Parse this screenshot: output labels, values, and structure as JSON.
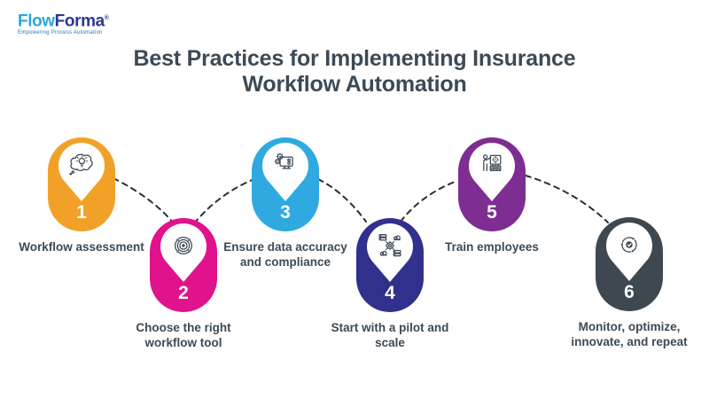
{
  "theme": {
    "ink": "#3C4A56",
    "background": "#FFFFFF",
    "connector_color": "#2E2E2E"
  },
  "logo": {
    "brand_part1": "Flow",
    "brand_part2": "Forma",
    "trademark": "®",
    "tagline": "Empowering Process Automation",
    "brand_color1": "#2BA6DE",
    "brand_color2": "#2B3990",
    "tagline_color": "#1C75BC"
  },
  "title": {
    "line1": "Best Practices for Implementing Insurance",
    "line2": "Workflow Automation",
    "color": "#3C4A56"
  },
  "steps": [
    {
      "number": "1",
      "label_line1": "Workflow assessment",
      "label_line2": "",
      "color": "#F2A128",
      "icon": "thought-lightbulb-icon"
    },
    {
      "number": "2",
      "label_line1": "Choose the right",
      "label_line2": "workflow tool",
      "color": "#E0128C",
      "icon": "target-icon"
    },
    {
      "number": "3",
      "label_line1": "Ensure data accuracy",
      "label_line2": "and compliance",
      "color": "#2FA9E0",
      "icon": "monitor-gears-icon"
    },
    {
      "number": "4",
      "label_line1": "Start with a pilot and",
      "label_line2": "scale",
      "color": "#31308C",
      "icon": "network-icon"
    },
    {
      "number": "5",
      "label_line1": "Train employees",
      "label_line2": "",
      "color": "#7E2D92",
      "icon": "training-icon"
    },
    {
      "number": "6",
      "label_line1": "Monitor, optimize,",
      "label_line2": "innovate, and repeat",
      "color": "#3E4851",
      "icon": "cycle-check-icon"
    }
  ]
}
